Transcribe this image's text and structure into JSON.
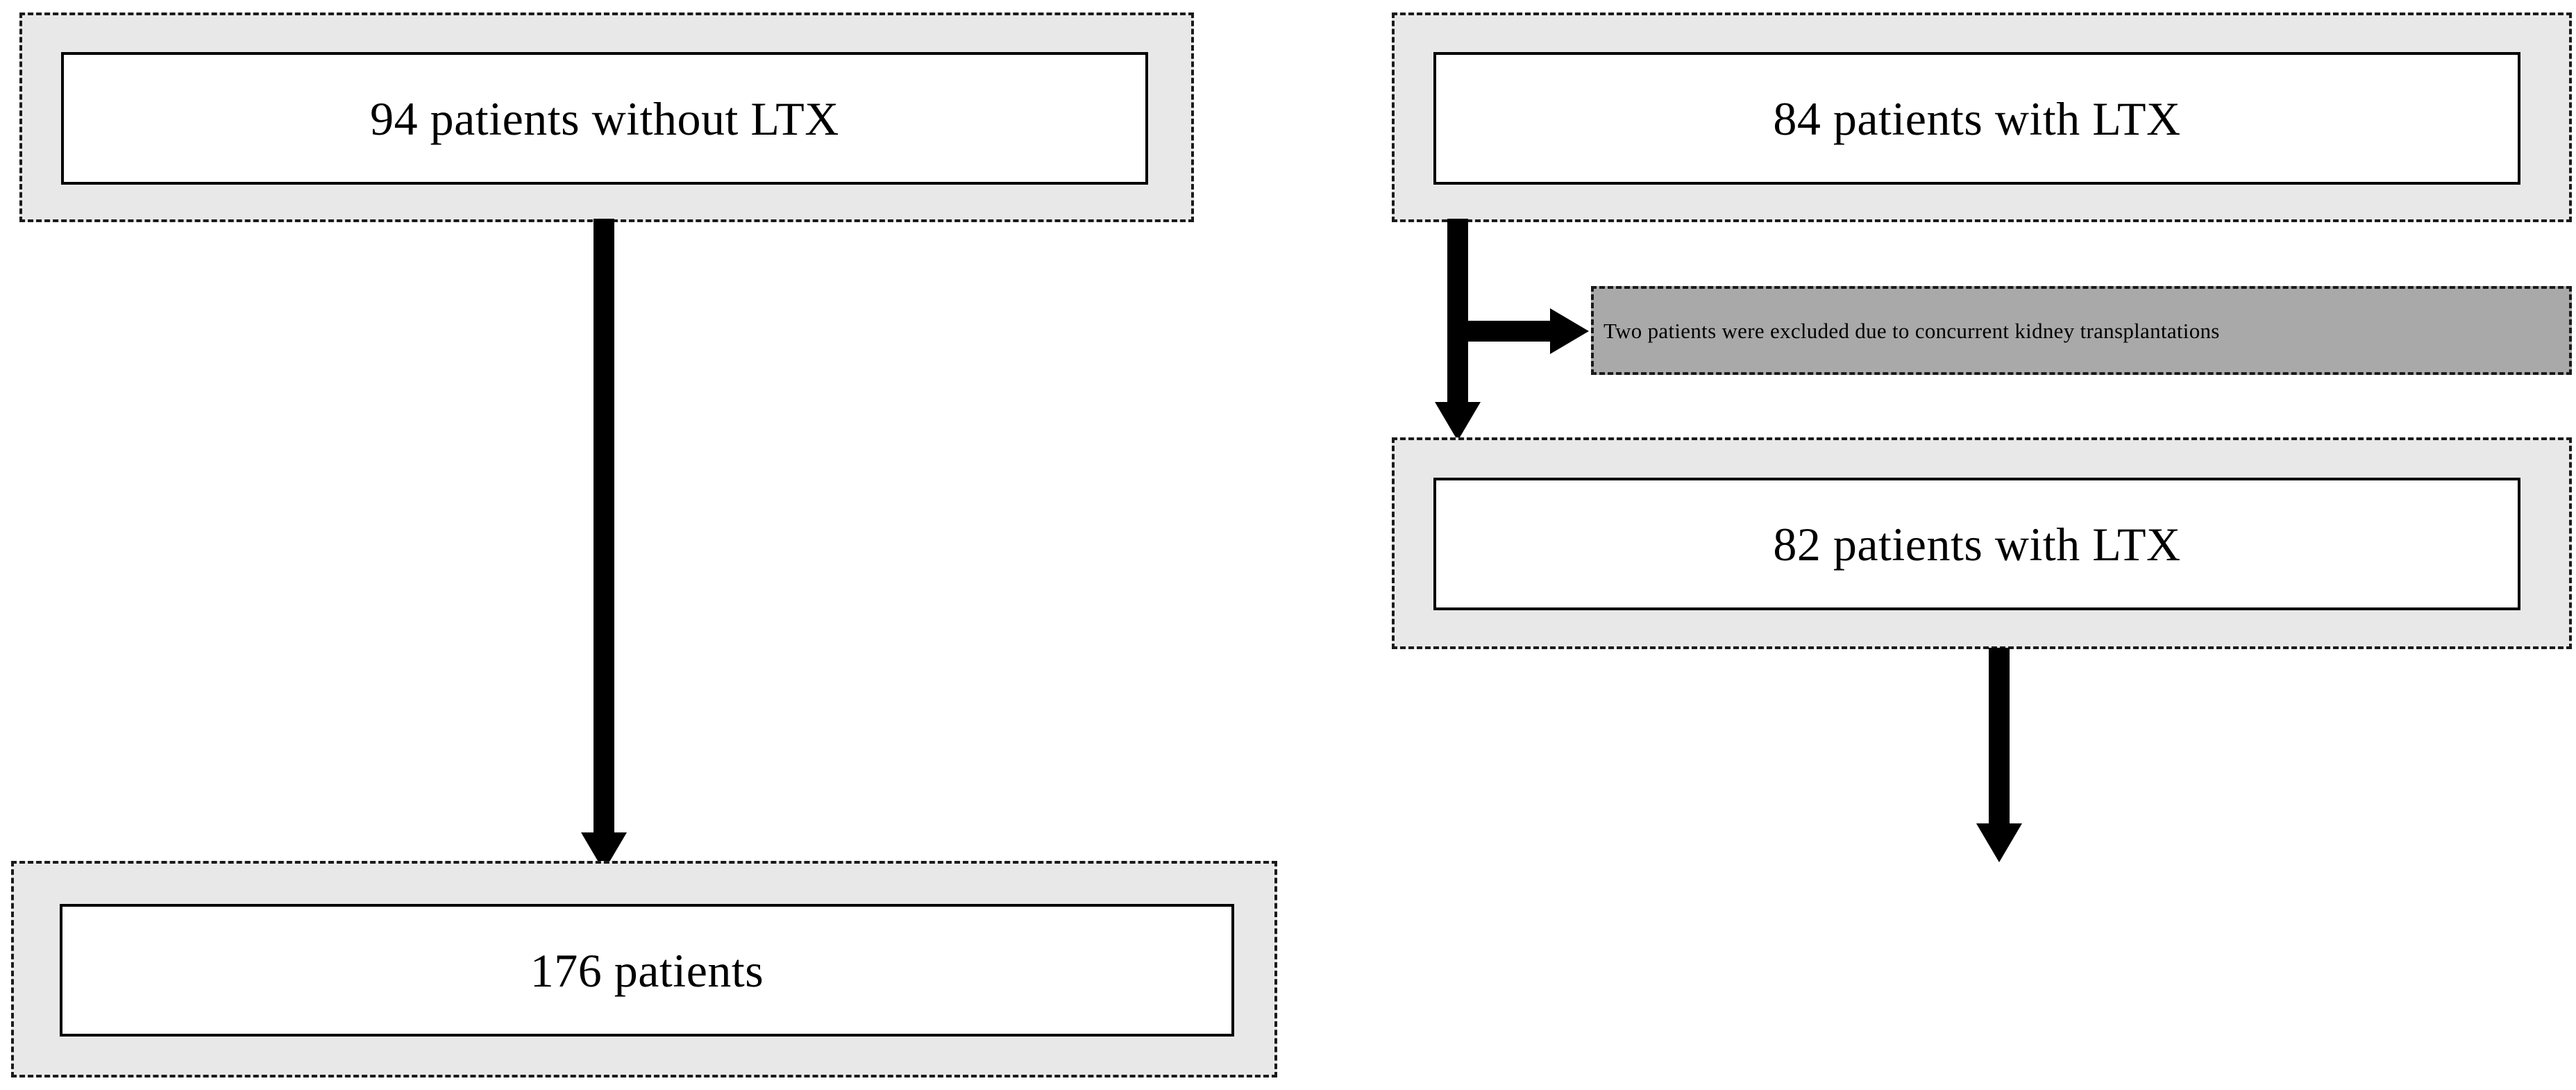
{
  "diagram": {
    "type": "patient-flow-diagram",
    "nodes": [
      {
        "id": "no-ltx",
        "label": "94 patients without LTX",
        "count": 94,
        "fill": "#ffffff",
        "wrapper_fill": "#e8e8e8"
      },
      {
        "id": "with-ltx",
        "label": "84 patients with LTX",
        "count": 84,
        "fill": "#ffffff",
        "wrapper_fill": "#e8e8e8"
      },
      {
        "id": "with-ltx-final",
        "label": "82 patients with LTX",
        "count": 82,
        "fill": "#ffffff",
        "wrapper_fill": "#e8e8e8"
      },
      {
        "id": "total",
        "label": "176 patients",
        "count": 176,
        "fill": "#ffffff",
        "wrapper_fill": "#e8e8e8"
      }
    ],
    "exclusion": {
      "id": "excluded-note",
      "label": "Two patients were excluded due to concurrent kidney transplantations",
      "fill": "#a9a9a9"
    },
    "edges": [
      {
        "id": "edge-no-ltx-to-total",
        "from": "no-ltx",
        "to": "total",
        "direction": "down"
      },
      {
        "id": "edge-with-ltx-to-final",
        "from": "with-ltx",
        "to": "with-ltx-final",
        "direction": "down"
      },
      {
        "id": "edge-with-ltx-to-excluded",
        "from": "with-ltx",
        "to": "excluded-note",
        "direction": "right"
      },
      {
        "id": "edge-final-to-total",
        "from": "with-ltx-final",
        "to": "total",
        "direction": "down"
      }
    ],
    "colors": {
      "stroke": "#000000",
      "wrapper_fill": "#e8e8e8",
      "node_fill": "#ffffff",
      "exclusion_fill": "#a9a9a9",
      "background": "#ffffff"
    }
  }
}
